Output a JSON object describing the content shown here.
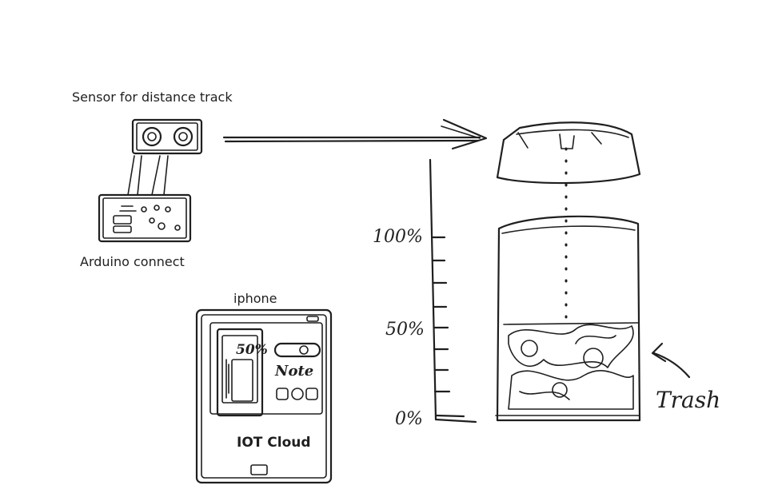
{
  "labels": {
    "sensor": "Sensor for distance track",
    "arduino": "Arduino connect",
    "iphone": "iphone",
    "iot_cloud": "IOT Cloud",
    "scale_100": "100%",
    "scale_50": "50%",
    "scale_0": "0%",
    "trash": "Trash",
    "phone_percent": "50%",
    "phone_notes": "Note"
  },
  "icons": [
    "sensor-icon",
    "arduino-board-icon",
    "iphone-icon",
    "trash-bin-icon",
    "arrow-right-icon",
    "arrow-left-icon",
    "level-scale-icon"
  ]
}
